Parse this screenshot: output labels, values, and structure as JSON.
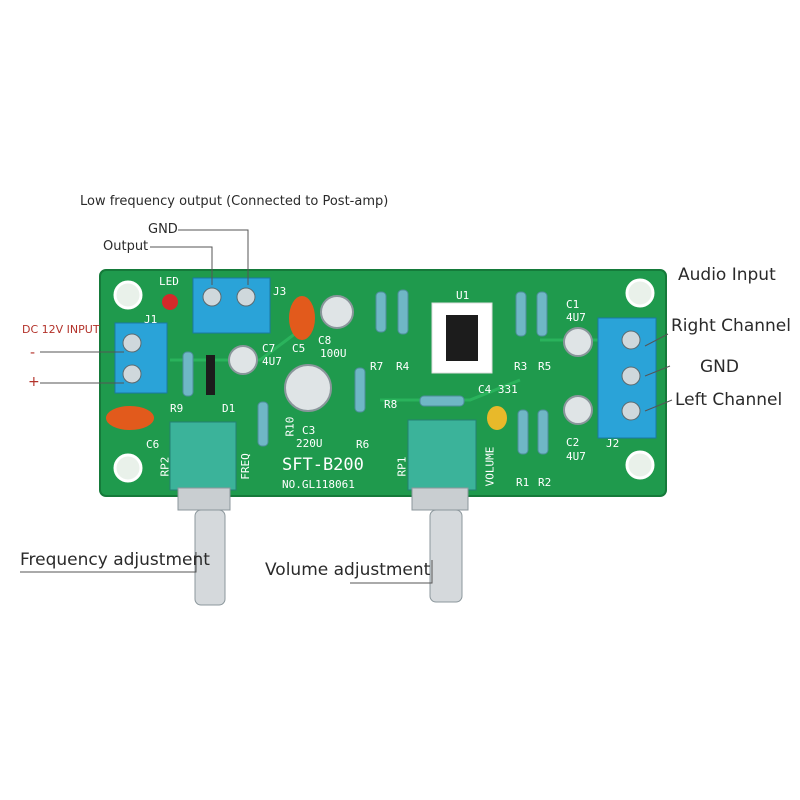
{
  "annotations": {
    "low_freq_output": "Low frequency output (Connected to Post-amp)",
    "gnd_top": "GND",
    "output": "Output",
    "dc_input": "DC 12V INPUT",
    "minus": "-",
    "plus": "+",
    "audio_input": "Audio Input",
    "right_channel": "Right Channel",
    "gnd_right": "GND",
    "left_channel": "Left Channel",
    "frequency_adjustment": "Frequency adjustment",
    "volume_adjustment": "Volume adjustment"
  },
  "board": {
    "model": "SFT-B200",
    "serial": "NO.GL118061",
    "silkscreen": {
      "led": "LED",
      "j1": "J1",
      "j2": "J2",
      "j3": "J3",
      "u1": "U1",
      "c1": "C1",
      "c1v": "4U7",
      "c2": "C2",
      "c2v": "4U7",
      "c3": "C3",
      "c3v": "220U",
      "c4": "C4 331",
      "c5": "C5",
      "c6": "C6",
      "c7": "C7",
      "c7v": "4U7",
      "c8": "C8",
      "c8v": "100U",
      "d1": "D1",
      "r1": "R1",
      "r2": "R2",
      "r3": "R3",
      "r4": "R4",
      "r5": "R5",
      "r6": "R6",
      "r7": "R7",
      "r8": "R8",
      "r9": "R9",
      "r10": "R10",
      "rp1": "RP1",
      "rp2": "RP2",
      "freq": "FREQ",
      "volume": "VOLUME"
    }
  }
}
